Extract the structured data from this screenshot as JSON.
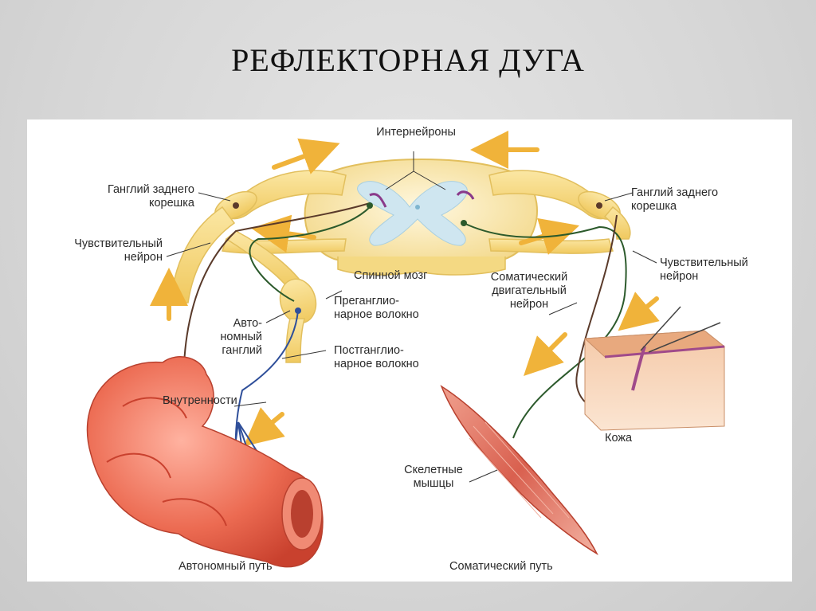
{
  "slide": {
    "title": "РЕФЛЕКТОРНАЯ ДУГА"
  },
  "labels": {
    "interneurons": "Интернейроны",
    "ganglion_left": "Ганглий заднего\nкорешка",
    "ganglion_right": "Ганглий заднего\nкорешка",
    "sensory_left": "Чувствительный\nнейрон",
    "sensory_right": "Чувствительный\nнейрон",
    "spinal_cord": "Спинной мозг",
    "motor_neuron": "Соматический\nдвигательный\nнейрон",
    "preganglionic": "Преганглио-\nнарное волокно",
    "postganglionic": "Постганглио-\nнарное волокно",
    "autonomic_ganglion": "Авто-\nномный\nганглий",
    "viscera": "Внутренности",
    "skin": "Кожа",
    "skeletal_muscle": "Скелетные\nмышцы",
    "autonomic_path": "Автономный путь",
    "somatic_path": "Соматический путь"
  },
  "colors": {
    "nerve_yellow": "#f6d77a",
    "cord_cream": "#fbf1cf",
    "grey_matter_blue": "#cfe6f0",
    "arrow_orange": "#f0b33a",
    "intestine_red": "#e8553f",
    "muscle_red": "#d9604f",
    "neuron_green": "#2c5a2c",
    "neuron_blue": "#2f4f9a",
    "neuron_purple": "#8a3a8a"
  }
}
